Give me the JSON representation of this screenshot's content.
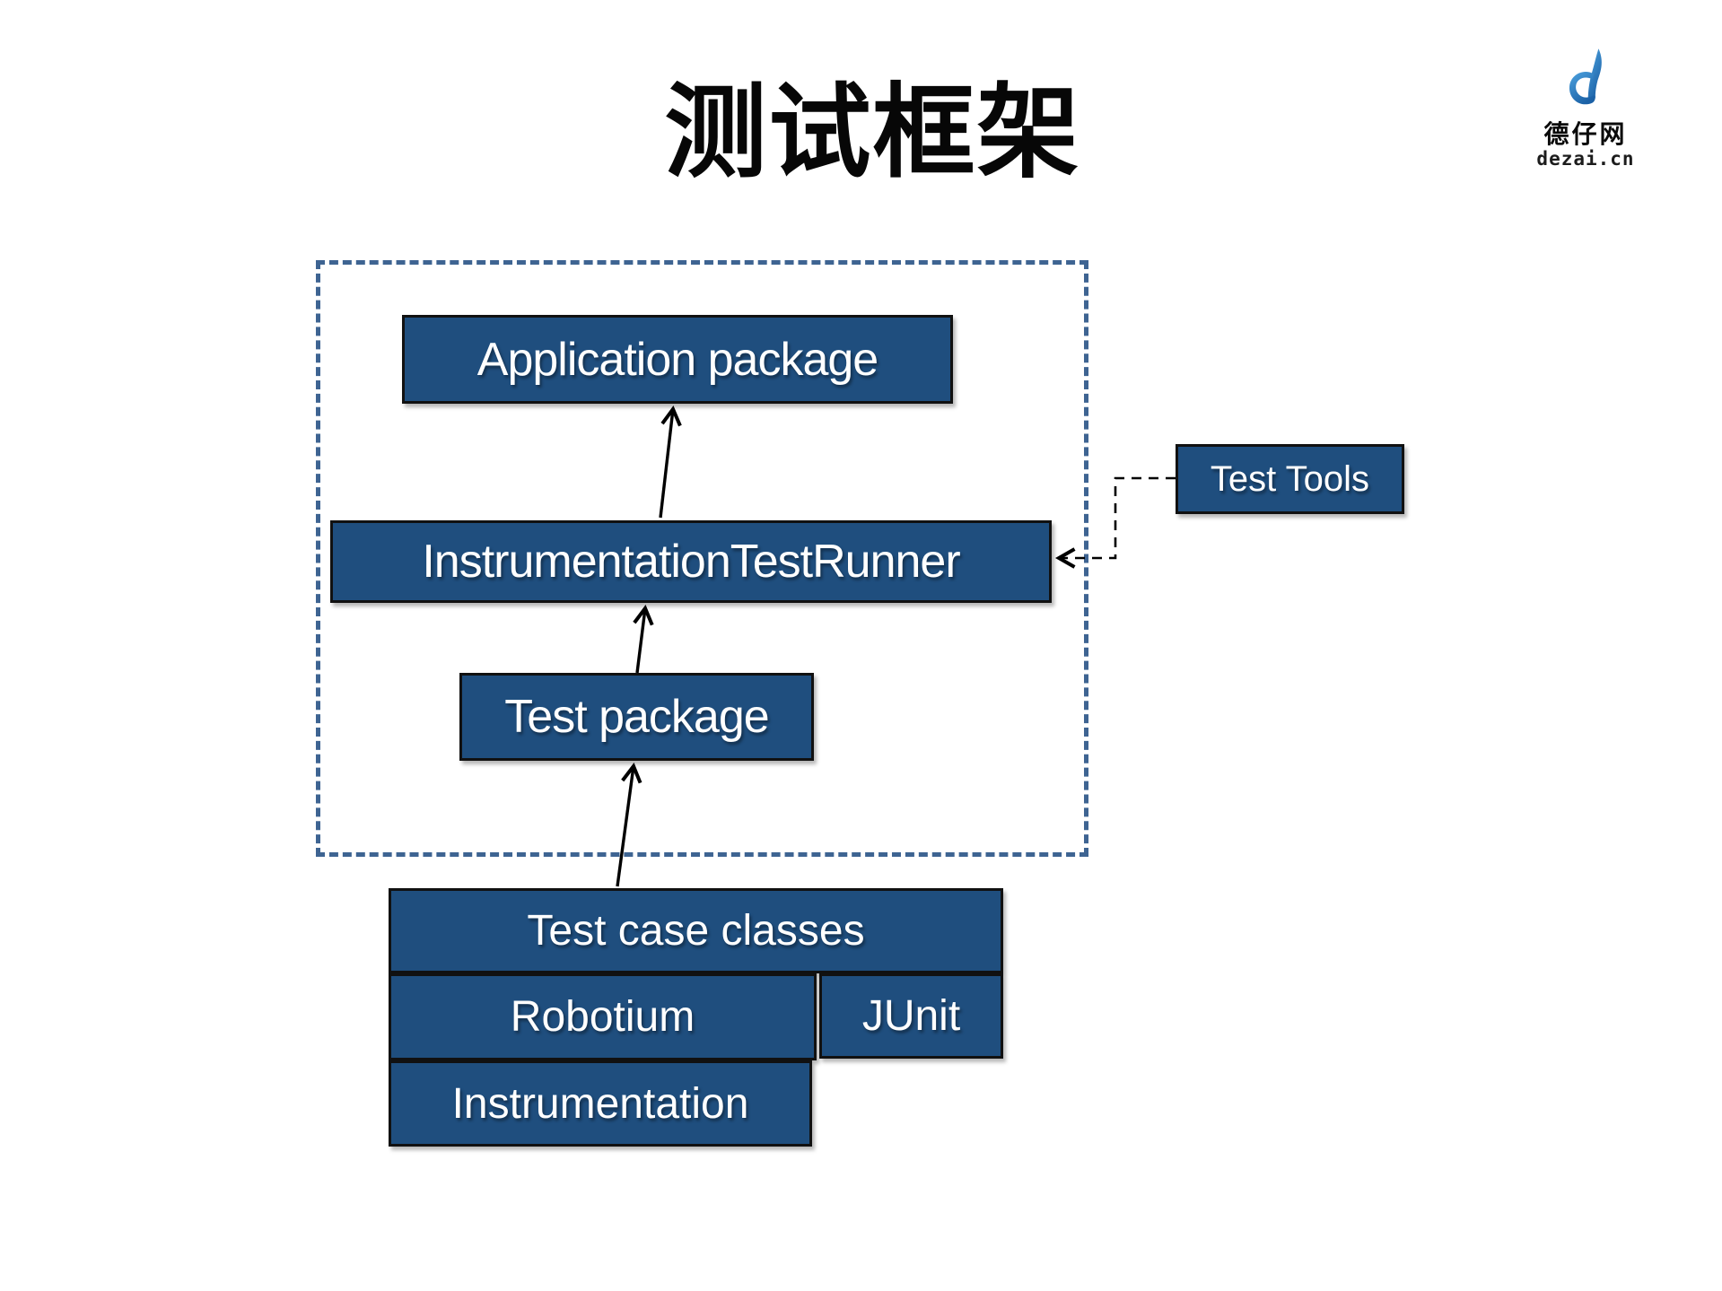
{
  "title": "测试框架",
  "logo": {
    "brand_cn": "德仔网",
    "brand_domain": "dezai.cn",
    "flame_color_top": "#4DA3E0",
    "flame_color_bottom": "#1B61A6"
  },
  "colors": {
    "node_fill": "#1F4E7E",
    "node_border": "#111111",
    "node_text": "#FFFFFF",
    "frame_dash": "#3E6492",
    "arrow": "#000000",
    "title_text": "#070707"
  },
  "diagram": {
    "nodes": [
      {
        "id": "application-package",
        "label": "Application package"
      },
      {
        "id": "instrumentation-test-runner",
        "label": "InstrumentationTestRunner"
      },
      {
        "id": "test-package",
        "label": "Test package"
      },
      {
        "id": "test-tools",
        "label": "Test Tools"
      },
      {
        "id": "test-case-classes",
        "label": "Test case classes"
      },
      {
        "id": "robotium",
        "label": "Robotium"
      },
      {
        "id": "junit",
        "label": "JUnit"
      },
      {
        "id": "instrumentation",
        "label": "Instrumentation"
      }
    ],
    "edges": [
      {
        "from": "test-case-classes",
        "to": "test-package",
        "style": "solid"
      },
      {
        "from": "test-package",
        "to": "instrumentation-test-runner",
        "style": "solid"
      },
      {
        "from": "instrumentation-test-runner",
        "to": "application-package",
        "style": "solid"
      },
      {
        "from": "test-tools",
        "to": "instrumentation-test-runner",
        "style": "dashed"
      }
    ]
  }
}
